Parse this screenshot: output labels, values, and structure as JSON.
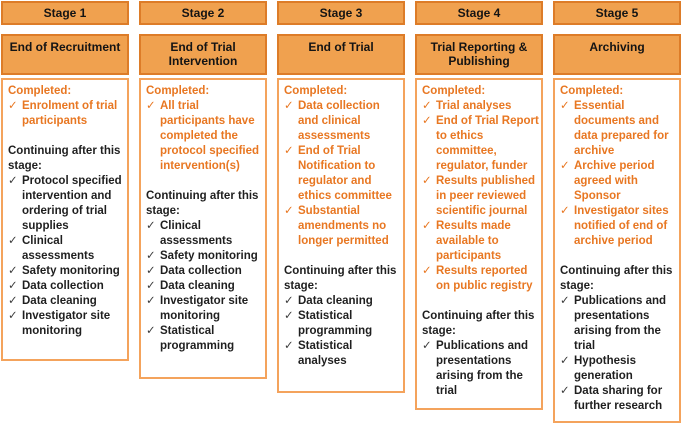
{
  "check_glyph": "✓",
  "colors": {
    "box_fill": "#F0A14F",
    "box_border": "#DD7C28",
    "body_border": "#F4A35C",
    "orange_text": "#E87722",
    "dark_text": "#1F1F1F"
  },
  "stages": [
    {
      "stage_label": "Stage 1",
      "title": "End of Recruitment",
      "completed_label": "Completed:",
      "completed_items": [
        "Enrolment of trial participants"
      ],
      "continuing_label": "Continuing after this stage:",
      "continuing_items": [
        "Protocol specified intervention and ordering of trial supplies",
        "Clinical assessments",
        "Safety monitoring",
        "Data collection",
        "Data cleaning",
        "Investigator site monitoring"
      ]
    },
    {
      "stage_label": "Stage 2",
      "title": "End of Trial Intervention",
      "completed_label": "Completed:",
      "completed_items": [
        "All trial participants have completed the protocol specified intervention(s)"
      ],
      "continuing_label": "Continuing after this stage:",
      "continuing_items": [
        "Clinical assessments",
        "Safety monitoring",
        "Data collection",
        "Data cleaning",
        "Investigator site monitoring",
        "Statistical programming"
      ]
    },
    {
      "stage_label": "Stage 3",
      "title": "End of Trial",
      "completed_label": "Completed:",
      "completed_items": [
        "Data collection and clinical assessments",
        "End of Trial Notification to regulator and ethics committee",
        "Substantial amendments no longer permitted"
      ],
      "continuing_label": "Continuing after this stage:",
      "continuing_items": [
        "Data cleaning",
        "Statistical programming",
        "Statistical analyses"
      ]
    },
    {
      "stage_label": "Stage 4",
      "title": "Trial Reporting & Publishing",
      "completed_label": "Completed:",
      "completed_items": [
        "Trial analyses",
        "End of Trial Report to ethics committee, regulator, funder",
        "Results published in peer reviewed scientific journal",
        "Results made available to participants",
        "Results reported on public registry"
      ],
      "continuing_label": "Continuing after this stage:",
      "continuing_items": [
        "Publications and presentations arising from the trial"
      ]
    },
    {
      "stage_label": "Stage 5",
      "title": "Archiving",
      "completed_label": "Completed:",
      "completed_items": [
        "Essential documents and data prepared for archive",
        "Archive period agreed with Sponsor",
        "Investigator sites notified of end of archive period"
      ],
      "continuing_label": "Continuing after this stage:",
      "continuing_items": [
        "Publications and presentations arising from the trial",
        "Hypothesis generation",
        "Data sharing for further research"
      ]
    }
  ]
}
